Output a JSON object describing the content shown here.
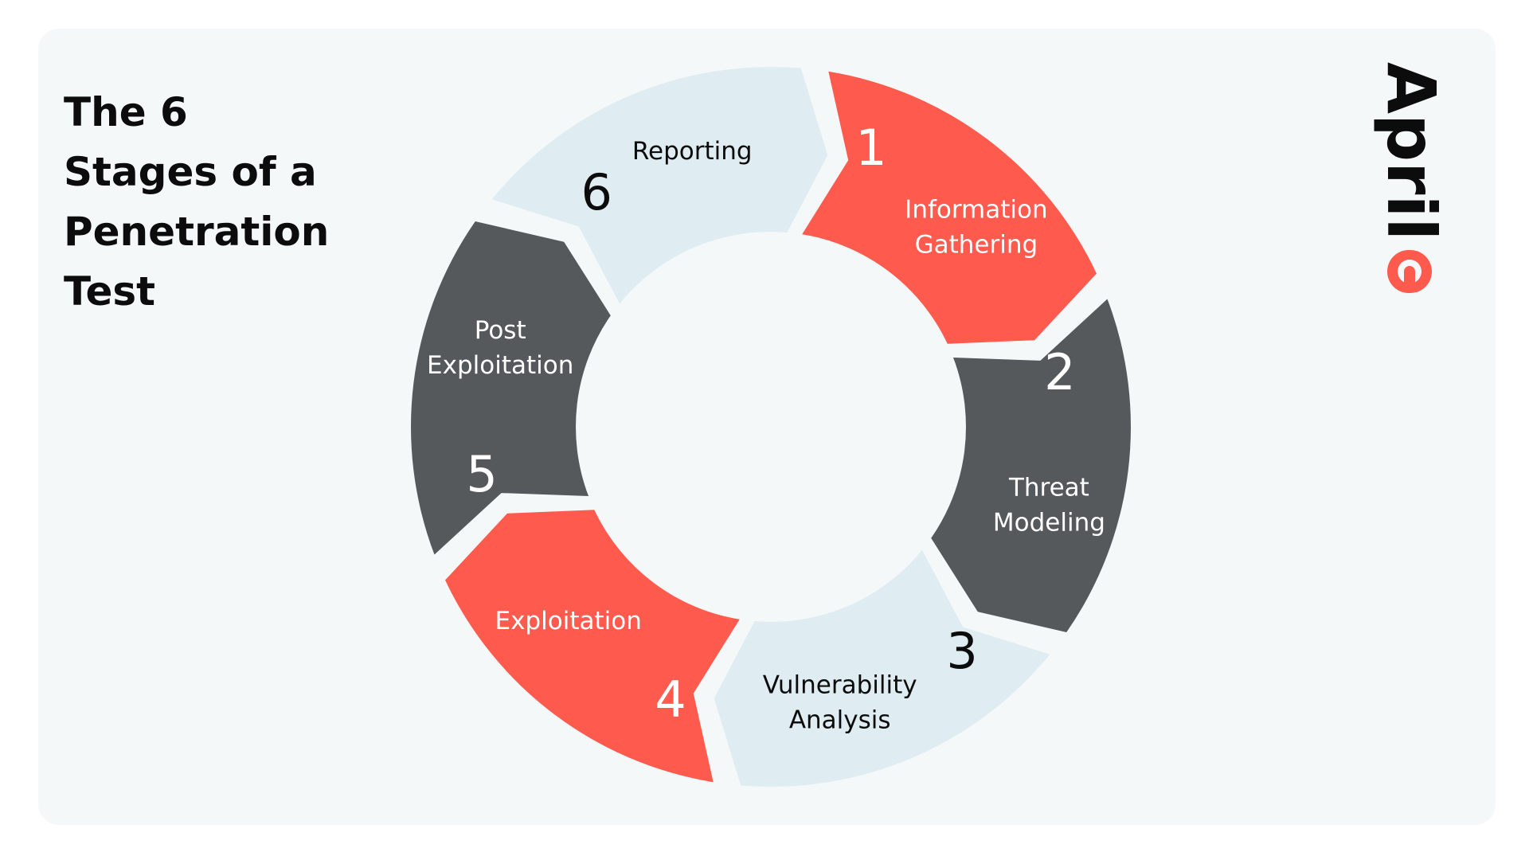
{
  "title": "The 6\nStages of a\nPenetration\nTest",
  "brand": {
    "name": "April",
    "accent_color": "#ff5a4e"
  },
  "colors": {
    "red": "#ff5a4e",
    "dark": "#56595b",
    "light": "#dfecf1",
    "text_dark": "#0c0c0c",
    "text_light": "#ffffff"
  },
  "stages": [
    {
      "number": "1",
      "lines": [
        "Information",
        "Gathering"
      ],
      "color": "red"
    },
    {
      "number": "2",
      "lines": [
        "Threat",
        "Modeling"
      ],
      "color": "dark"
    },
    {
      "number": "3",
      "lines": [
        "Vulnerability",
        "Analysis"
      ],
      "color": "light"
    },
    {
      "number": "4",
      "lines": [
        "Exploitation"
      ],
      "color": "red"
    },
    {
      "number": "5",
      "lines": [
        "Post",
        "Exploitation"
      ],
      "color": "dark"
    },
    {
      "number": "6",
      "lines": [
        "Reporting"
      ],
      "color": "light"
    }
  ]
}
